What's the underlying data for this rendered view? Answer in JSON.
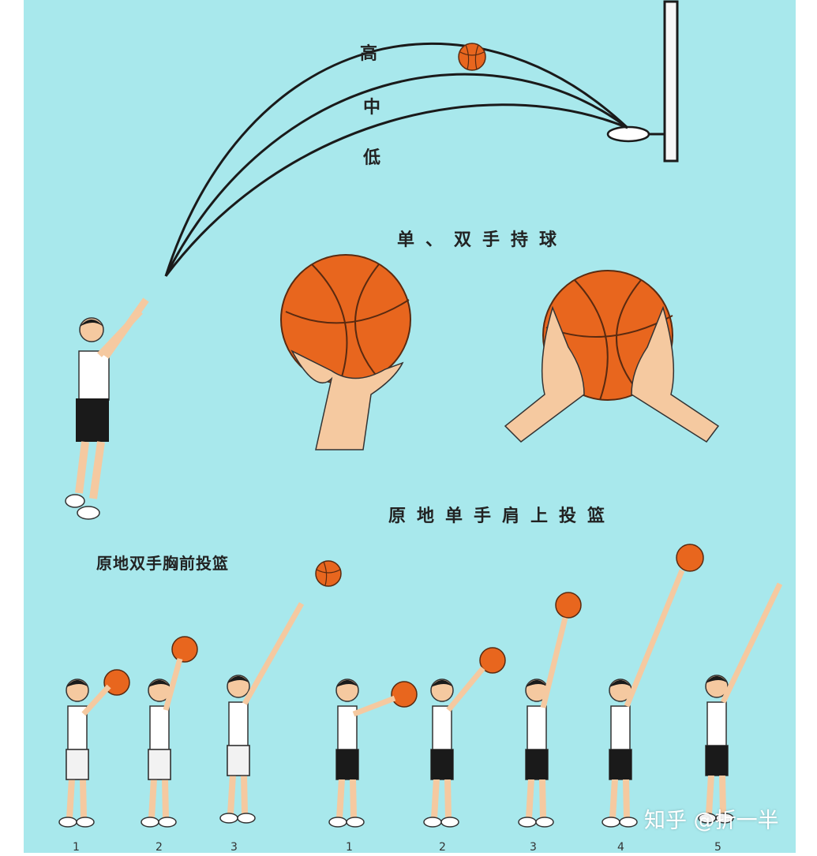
{
  "colors": {
    "background": "#a8e8ec",
    "ball": "#e8661e",
    "ball_seam": "#5a2a10",
    "skin": "#f5c9a0",
    "shorts_dark": "#1a1a1a",
    "shorts_light": "#f2f2f2",
    "shirt": "#ffffff"
  },
  "trajectory": {
    "high_label": "高",
    "mid_label": "中",
    "low_label": "低"
  },
  "sections": {
    "grip_title": "单、双手持球",
    "one_hand_shot_title": "原地单手肩上投篮",
    "two_hand_shot_title": "原地双手胸前投篮"
  },
  "step_numbers": [
    "1",
    "2",
    "3",
    "1",
    "2",
    "3",
    "4",
    "5"
  ],
  "watermark": "知乎 @折一半"
}
